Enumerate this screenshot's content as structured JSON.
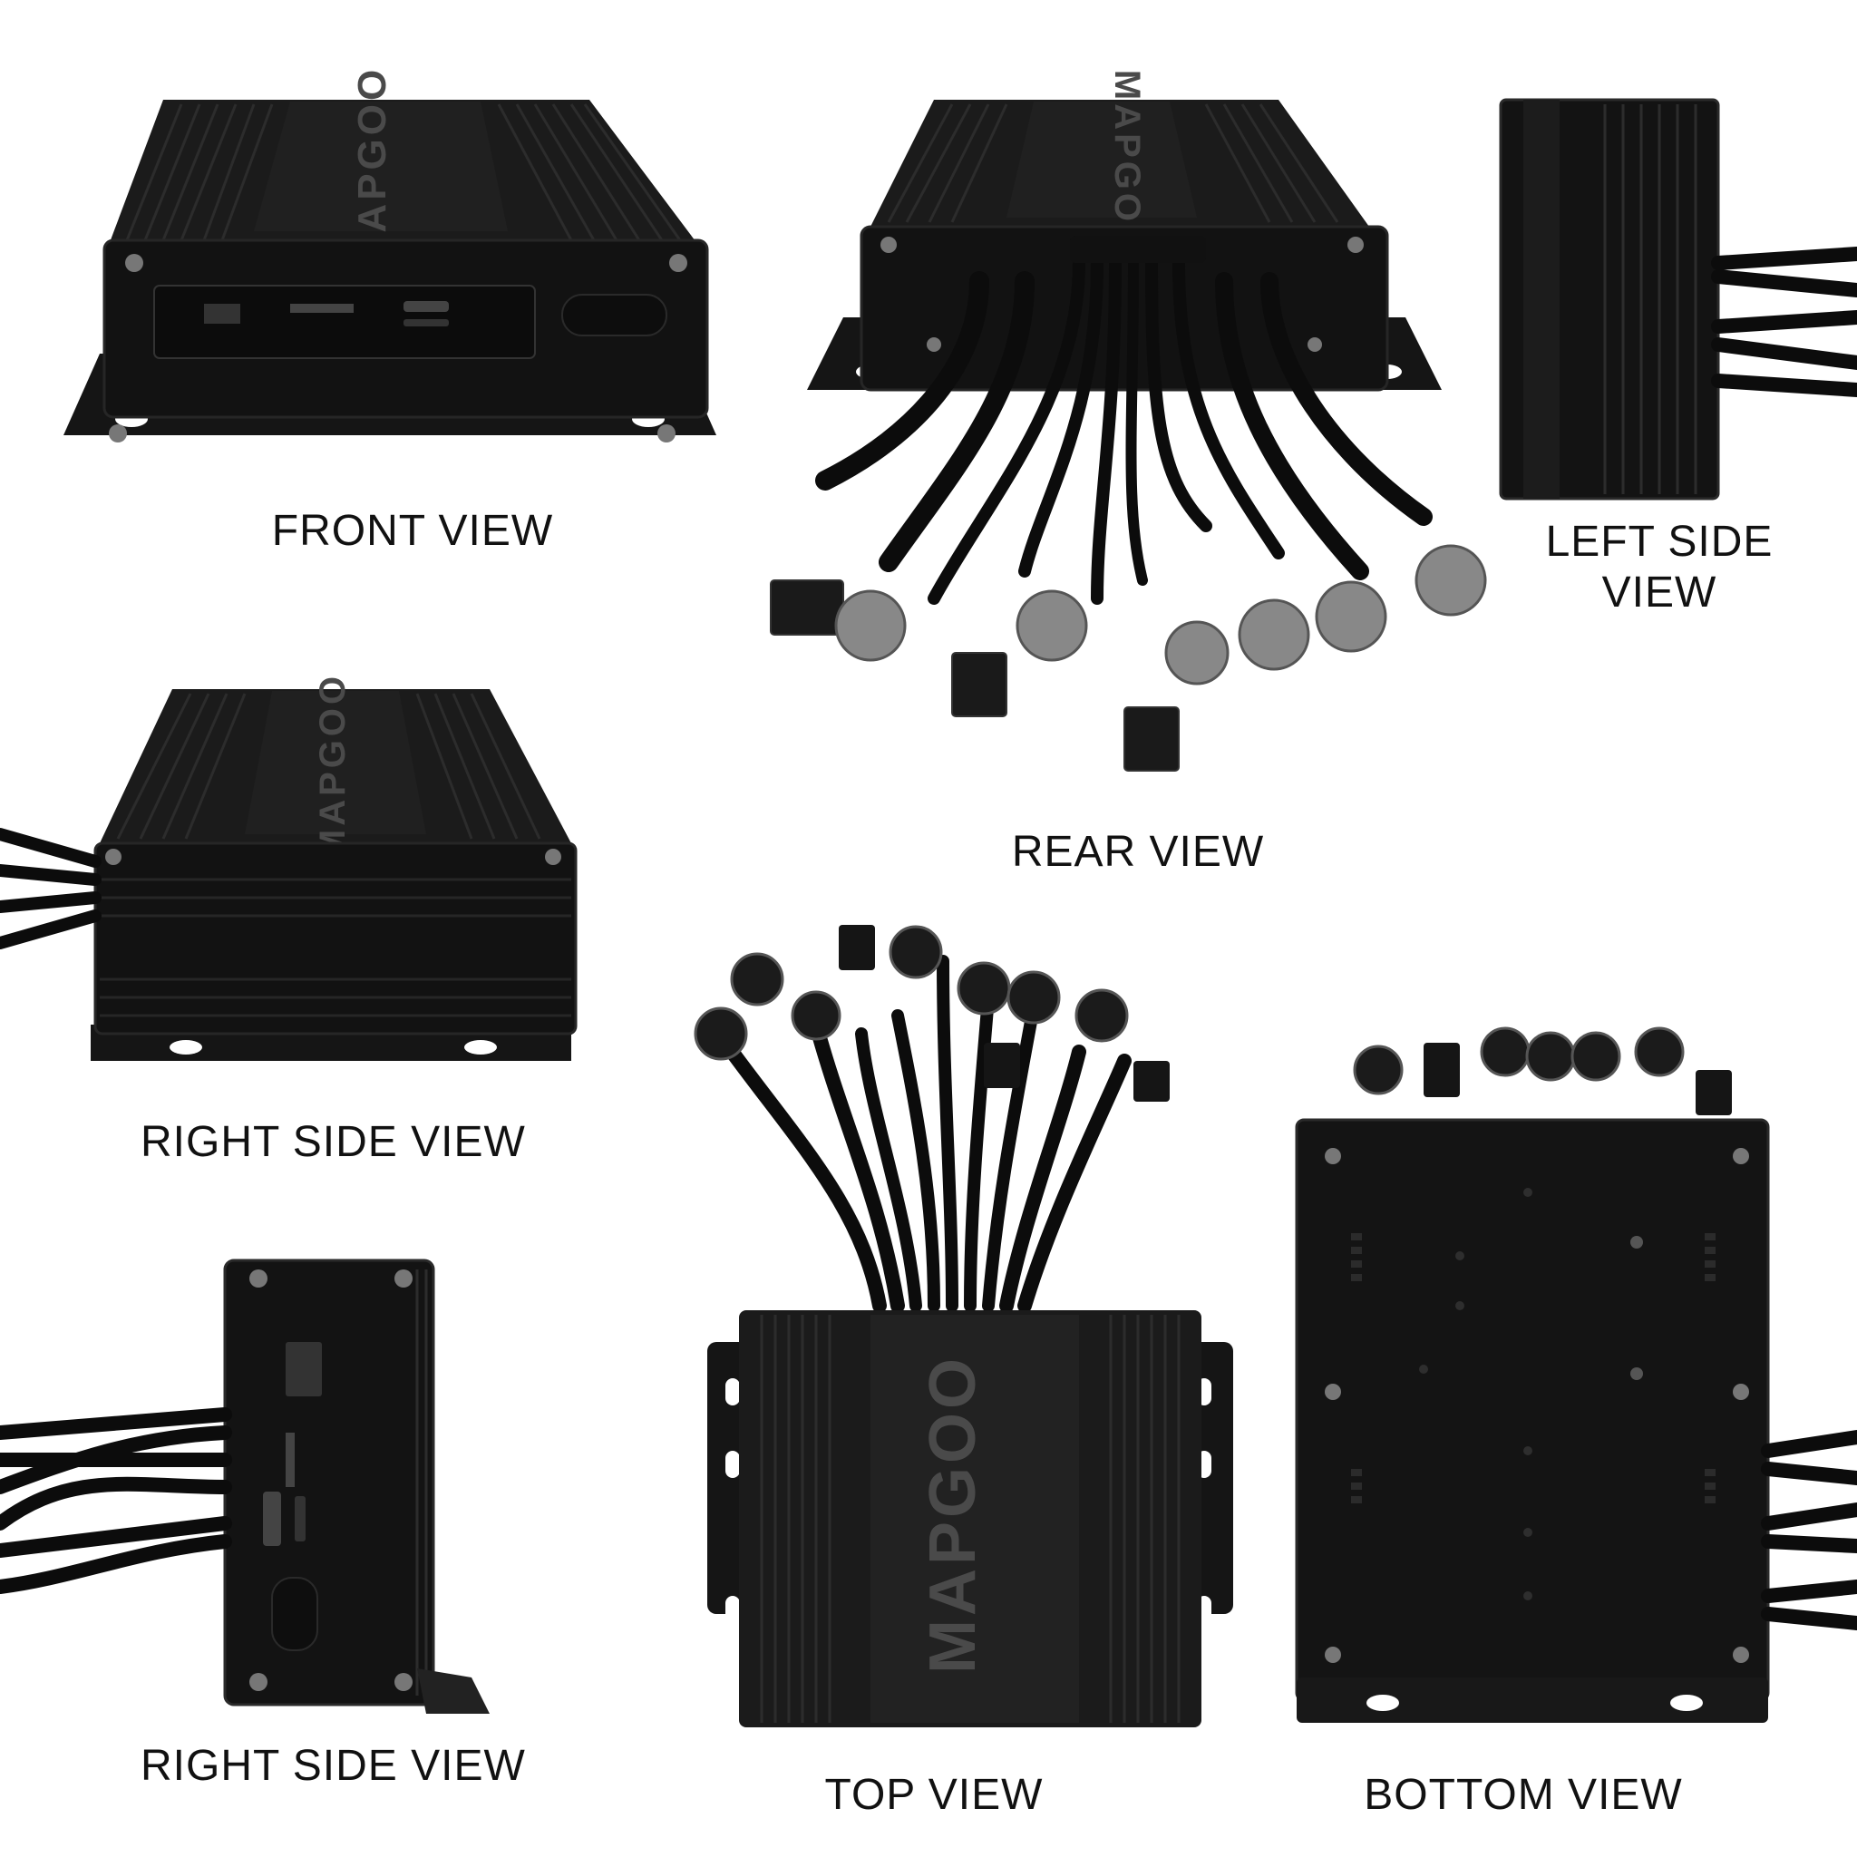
{
  "brand": {
    "name": "MAPGOO"
  },
  "views": [
    {
      "key": "front",
      "label": "FRONT VIEW"
    },
    {
      "key": "rear",
      "label": "REAR VIEW"
    },
    {
      "key": "left_side",
      "label": "LEFT SIDE VIEW"
    },
    {
      "key": "right_side_1",
      "label": "RIGHT SIDE VIEW"
    },
    {
      "key": "right_side_2",
      "label": "RIGHT SIDE VIEW"
    },
    {
      "key": "top",
      "label": "TOP VIEW"
    },
    {
      "key": "bottom",
      "label": "BOTTOM VIEW"
    }
  ],
  "colors": {
    "device": "#141414",
    "device_edge": "#2a2a2a",
    "fins": "#222222",
    "cable": "#0c0c0c",
    "label": "#111111",
    "background": "#ffffff"
  }
}
